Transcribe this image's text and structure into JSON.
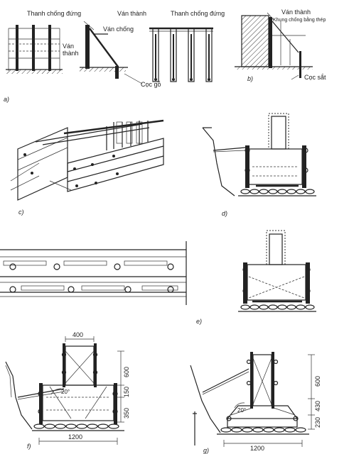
{
  "labels": {
    "thanh_chong_dung_a": "Thanh chống đứng",
    "van_chong": "Ván chống",
    "van_thanh_a": "Ván\nthành",
    "van_thanh_mid": "Ván thành",
    "thanh_chong_dung_mid": "Thanh chống đứng",
    "coc_go": "Cọc gỗ",
    "van_thanh_b": "Ván thành",
    "khung_chong": "Khung chống bằng thép",
    "coc_sat": "Cọc sắt"
  },
  "panels": {
    "a": "a)",
    "b": "b)",
    "c": "c)",
    "d": "d)",
    "e": "e)",
    "f": "f)",
    "g": "g)"
  },
  "dimensions": {
    "f_width": "400",
    "f_h1": "600",
    "f_h2": "150",
    "f_h3": "350",
    "f_angle": "20°",
    "f_base": "1200",
    "g_h1": "600",
    "g_h2": "430",
    "g_h3": "230",
    "g_angle": "20°",
    "g_base": "1200"
  }
}
